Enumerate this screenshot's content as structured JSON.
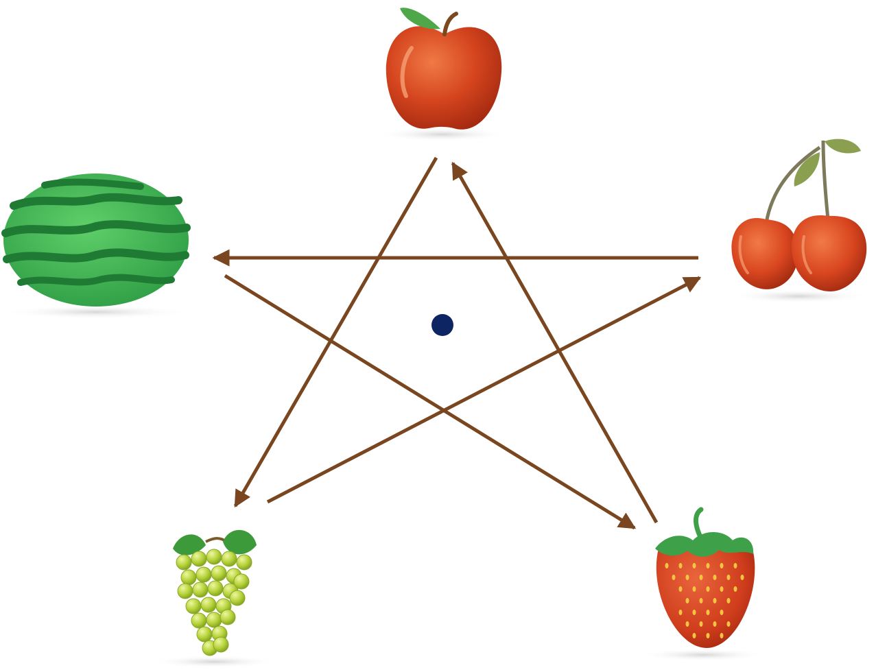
{
  "diagram": {
    "arrow_color": "#7a461f",
    "center_dot_color": "#0d2563",
    "nodes": [
      {
        "id": "apple",
        "icon": "apple-icon"
      },
      {
        "id": "cherries",
        "icon": "cherries-icon"
      },
      {
        "id": "strawberry",
        "icon": "strawberry-icon"
      },
      {
        "id": "grapes",
        "icon": "grapes-icon"
      },
      {
        "id": "watermelon",
        "icon": "watermelon-icon"
      }
    ],
    "edges": [
      {
        "from": "apple",
        "to": "grapes"
      },
      {
        "from": "grapes",
        "to": "cherries"
      },
      {
        "from": "cherries",
        "to": "watermelon"
      },
      {
        "from": "watermelon",
        "to": "strawberry"
      },
      {
        "from": "strawberry",
        "to": "apple"
      }
    ]
  }
}
